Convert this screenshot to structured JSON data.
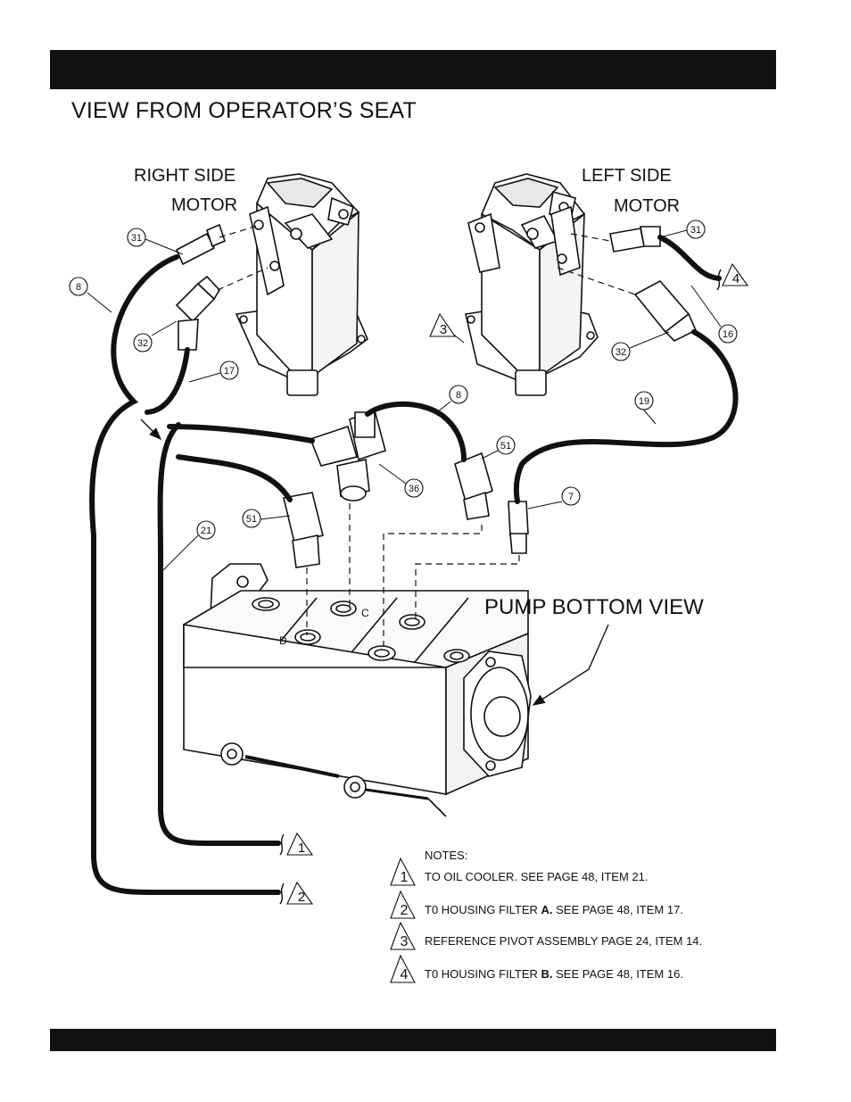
{
  "page_title": "VIEW FROM OPERATOR’S SEAT",
  "labels": {
    "right_side_line1": "RIGHT SIDE",
    "right_side_line2": "MOTOR",
    "left_side_line1": "LEFT SIDE",
    "left_side_line2": "MOTOR",
    "pump_bottom_view": "PUMP BOTTOM VIEW",
    "port_c": "C",
    "port_d": "D"
  },
  "callouts": {
    "c31_right": "31",
    "c8_left": "8",
    "c32_right": "32",
    "c17": "17",
    "c31_left": "31",
    "c16": "16",
    "c32_left": "32",
    "c8_top": "8",
    "c19": "19",
    "c51_right": "51",
    "c36": "36",
    "c7": "7",
    "c51_left": "51",
    "c21": "21"
  },
  "flags": {
    "f1": "1",
    "f2": "2",
    "f3": "3",
    "f4": "4"
  },
  "notes": {
    "heading": "NOTES:",
    "items": [
      {
        "num": "1",
        "pre": "TO OIL COOLER. SEE PAGE 48, ITEM 21.",
        "bold": "",
        "post": ""
      },
      {
        "num": "2",
        "pre": "T0 HOUSING FILTER ",
        "bold": "A.",
        "post": " SEE PAGE 48, ITEM 17."
      },
      {
        "num": "3",
        "pre": "REFERENCE PIVOT ASSEMBLY PAGE 24, ITEM 14.",
        "bold": "",
        "post": ""
      },
      {
        "num": "4",
        "pre": "T0 HOUSING FILTER ",
        "bold": "B.",
        "post": " SEE PAGE 48, ITEM 16."
      }
    ]
  }
}
